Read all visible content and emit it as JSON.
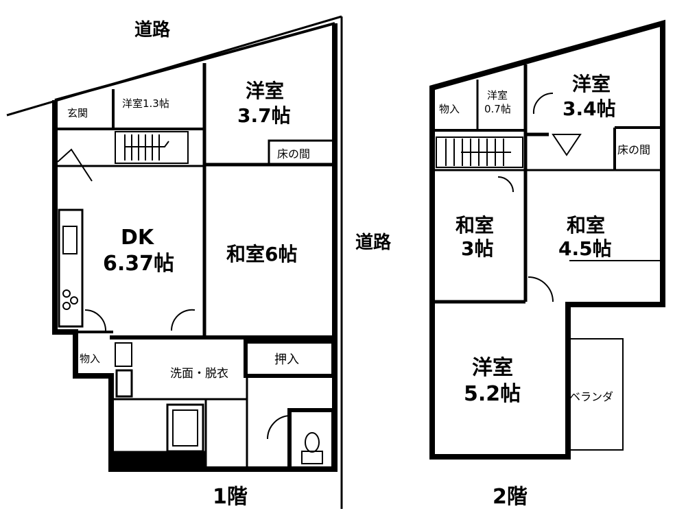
{
  "labels": {
    "road_top": "道路",
    "road_right": "道路",
    "floor1": "1階",
    "floor2": "2階"
  },
  "floor1": {
    "genkan": "玄関",
    "yoshitsu_small": "洋室1.3帖",
    "yoshitsu_name": "洋室",
    "yoshitsu_size": "3.7帖",
    "tokonoma": "床の間",
    "dk_name": "DK",
    "dk_size": "6.37帖",
    "washitsu": "和室6帖",
    "storage": "物入",
    "senmen": "洗面・脱衣",
    "oshiire": "押入"
  },
  "floor2": {
    "storage": "物入",
    "yoshitsu_small_name": "洋室",
    "yoshitsu_small_size": "0.7帖",
    "yoshitsu_a_name": "洋室",
    "yoshitsu_a_size": "3.4帖",
    "tokonoma": "床の間",
    "washitsu_a_name": "和室",
    "washitsu_a_size": "3帖",
    "washitsu_b_name": "和室",
    "washitsu_b_size": "4.5帖",
    "yoshitsu_b_name": "洋室",
    "yoshitsu_b_size": "5.2帖",
    "veranda": "ベランダ"
  }
}
